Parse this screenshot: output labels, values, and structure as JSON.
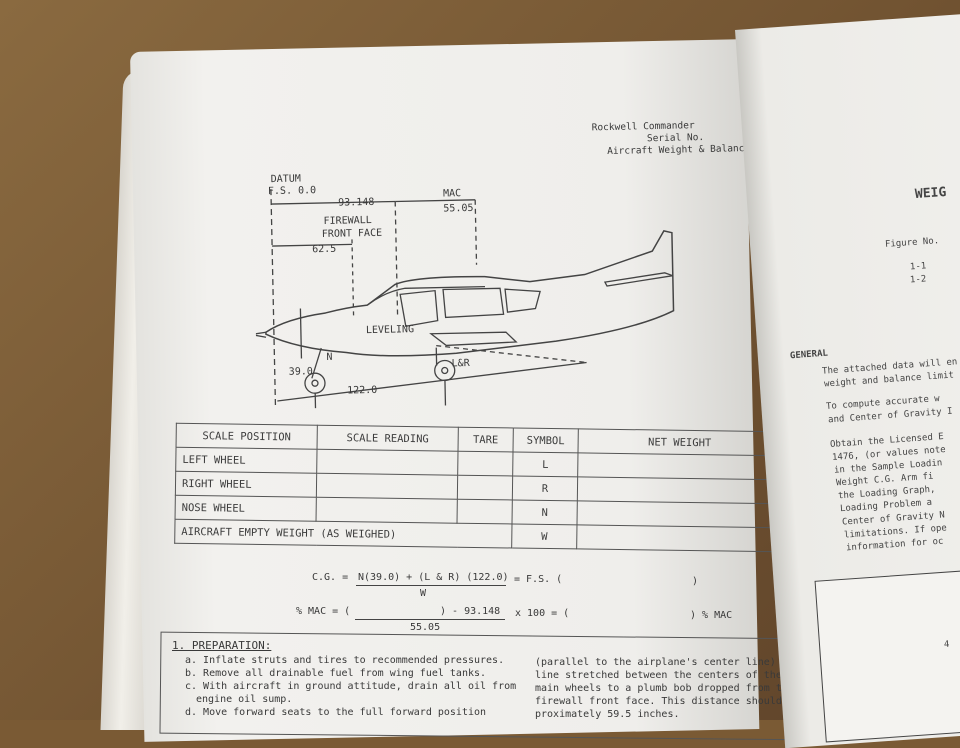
{
  "header": {
    "line1": "Rockwell Commander",
    "line2": "Serial No.",
    "line3": "Aircraft Weight & Balance Report"
  },
  "diagram": {
    "datum": "DATUM",
    "datum_fs": "F.S. 0.0",
    "dim_93": "93.148",
    "mac": "MAC",
    "mac_val": "55.05",
    "firewall1": "FIREWALL",
    "firewall2": "FRONT FACE",
    "dim_625": "62.5",
    "leveling": "LEVELING",
    "n": "N",
    "lr": "L&R",
    "dim_39": "39.0",
    "dim_122": "122.0"
  },
  "table": {
    "headers": [
      "SCALE POSITION",
      "SCALE READING",
      "TARE",
      "SYMBOL",
      "NET WEIGHT"
    ],
    "rows": [
      {
        "pos": "LEFT WHEEL",
        "sym": "L"
      },
      {
        "pos": "RIGHT WHEEL",
        "sym": "R"
      },
      {
        "pos": "NOSE WHEEL",
        "sym": "N"
      }
    ],
    "total": {
      "pos": "AIRCRAFT EMPTY WEIGHT (AS WEIGHED)",
      "sym": "W"
    }
  },
  "formulas": {
    "cg_lhs": "C.G. =",
    "cg_num": "N(39.0) + (L & R) (122.0)",
    "cg_den": "W",
    "cg_rhs": "= F.S. (",
    "cg_close": ")",
    "mac_lhs": "% MAC = (",
    "mac_mid": ") - 93.148",
    "mac_den": "55.05",
    "mac_x100": "x 100 = (",
    "mac_close": ") % MAC"
  },
  "preparation": {
    "title": "1. PREPARATION:",
    "a": "a. Inflate struts and tires to recommended pressures.",
    "b": "b. Remove all drainable fuel from wing fuel tanks.",
    "c1": "c. With aircraft in ground attitude, drain all oil from",
    "c2": "engine oil sump.",
    "d": "d. Move forward seats to the full forward position",
    "r1": "(parallel to the airplane's center line) from a",
    "r2": "line stretched between the centers of the two",
    "r3": "main wheels to a plumb bob dropped from the",
    "r4": "firewall front face. This distance should be ap-",
    "r5": "proximately 59.5 inches."
  },
  "right_page": {
    "title": "WEIG",
    "figure_no": "Figure No.",
    "fig1": "1-1",
    "fig2": "1-2",
    "general": "GENERAL",
    "g1": "The attached data will en",
    "g2": "weight and balance limit",
    "g3": "To compute accurate w",
    "g4": "and Center of Gravity I",
    "g5": "Obtain the Licensed E",
    "g6": "1476, (or values note",
    "g7": "in the Sample Loadin",
    "g8": "Weight C.G. Arm fi",
    "g9": "the Loading Graph,",
    "g10": "Loading Problem a",
    "g11": "Center of Gravity N",
    "g12": "limitations. If ope",
    "g13": "information for oc",
    "page_num": "4"
  }
}
